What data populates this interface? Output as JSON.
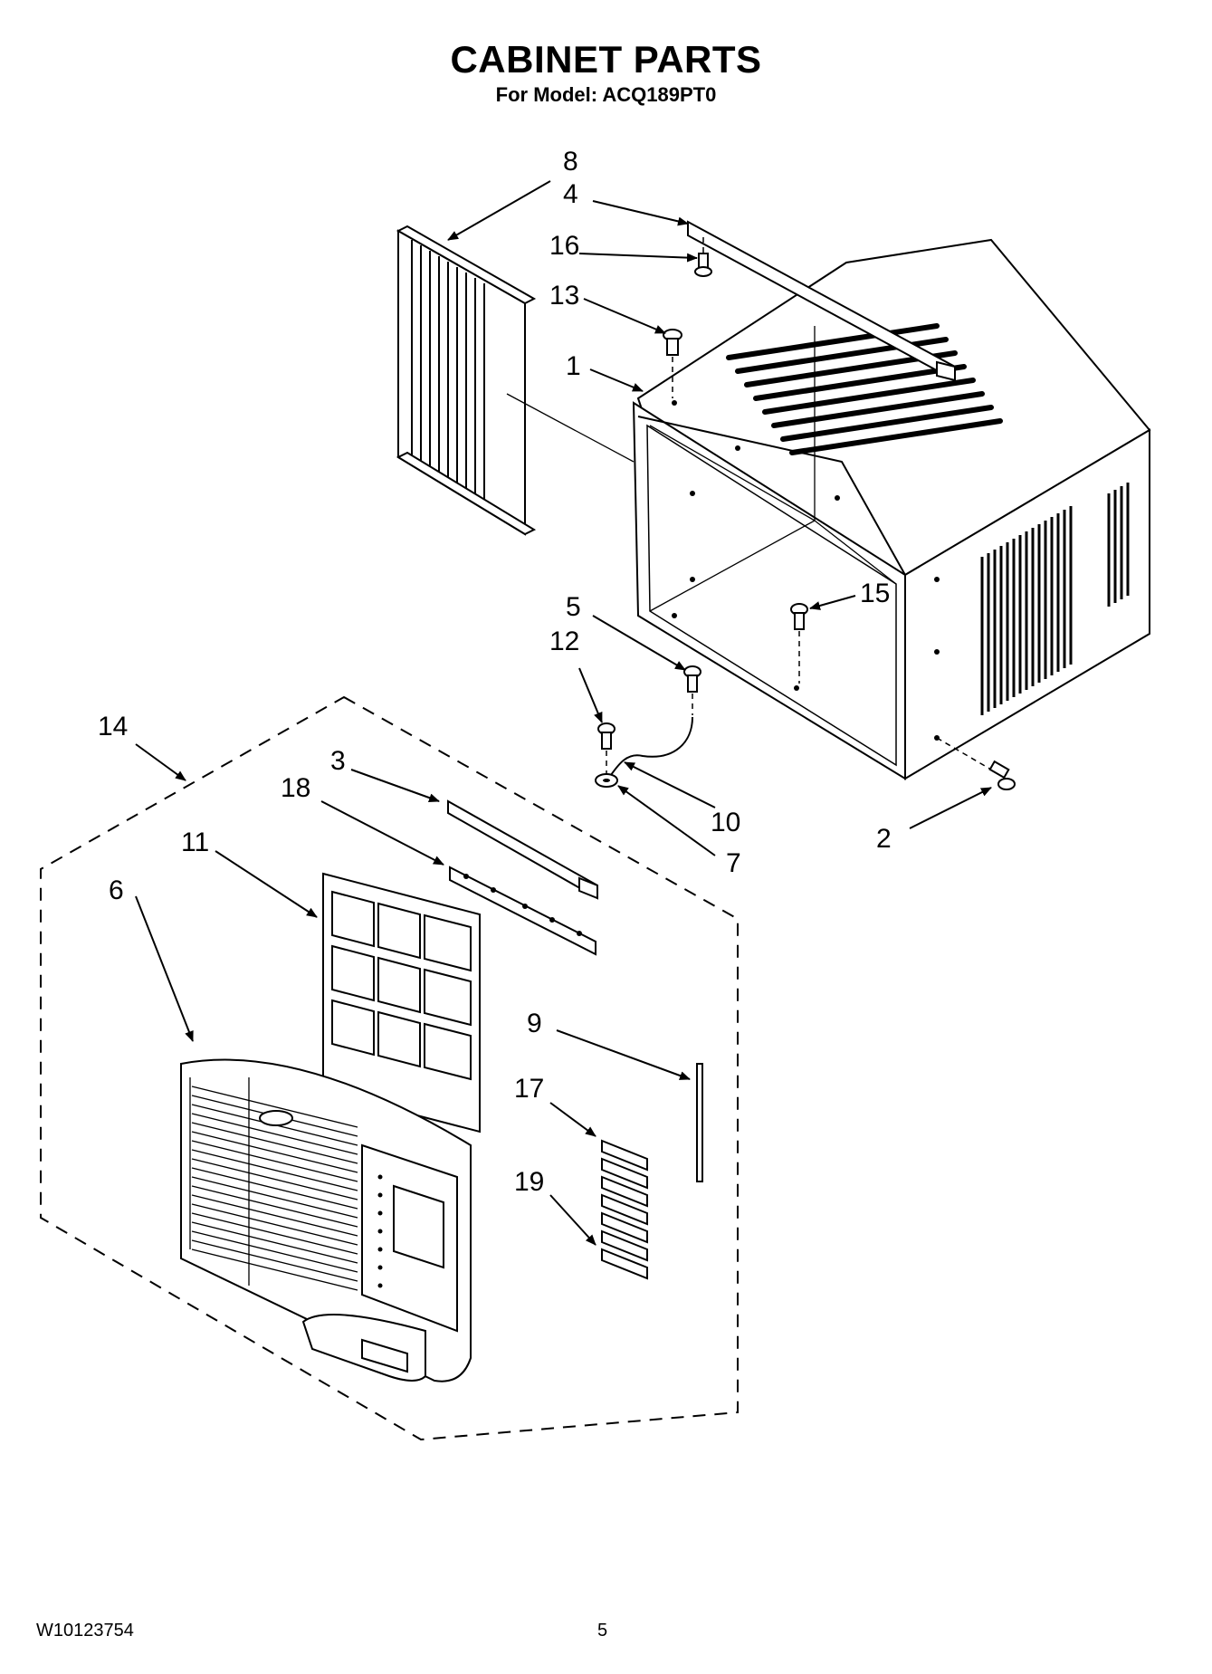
{
  "title": "CABINET PARTS",
  "subtitle": "For Model: ACQ189PT0",
  "footer": {
    "doc_number": "W10123754",
    "page_number": "5"
  },
  "callouts": [
    "1",
    "2",
    "3",
    "4",
    "5",
    "6",
    "7",
    "8",
    "9",
    "10",
    "11",
    "12",
    "13",
    "14",
    "15",
    "16",
    "17",
    "18",
    "19"
  ]
}
